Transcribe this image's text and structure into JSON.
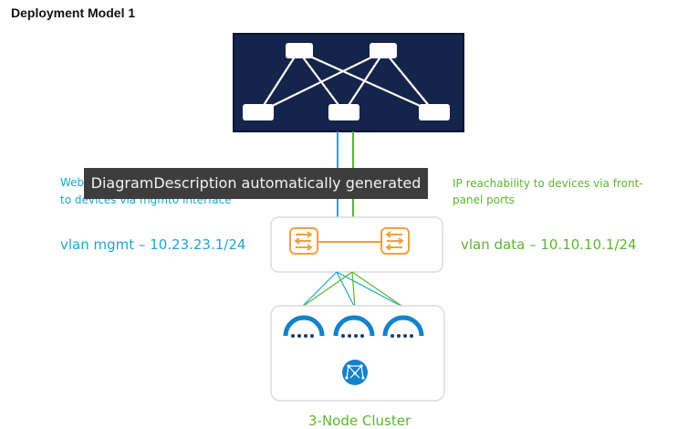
{
  "title": "Deployment Model 1",
  "labels": {
    "mgmt_desc_line1": "Web",
    "mgmt_desc_line2": "to devices via mgmt0 interface",
    "mgmt_vlan": "vlan mgmt – 10.23.23.1/24",
    "data_desc_line1": "IP reachability to devices via front-",
    "data_desc_line2": "panel ports",
    "data_vlan": "vlan data – 10.10.10.1/24",
    "cluster": "3-Node Cluster"
  },
  "tooltip": "DiagramDescription automatically generated",
  "colors": {
    "fabric_bg": "#14244a",
    "mgmt_blue": "#1aa6d6",
    "data_green": "#5cb531",
    "switch_orange": "#f0a040",
    "node_blue": "#1582c9"
  },
  "icons": {
    "switch": "switch-icon",
    "node": "server-node-icon",
    "orchestrator": "orchestrator-logo-icon"
  }
}
